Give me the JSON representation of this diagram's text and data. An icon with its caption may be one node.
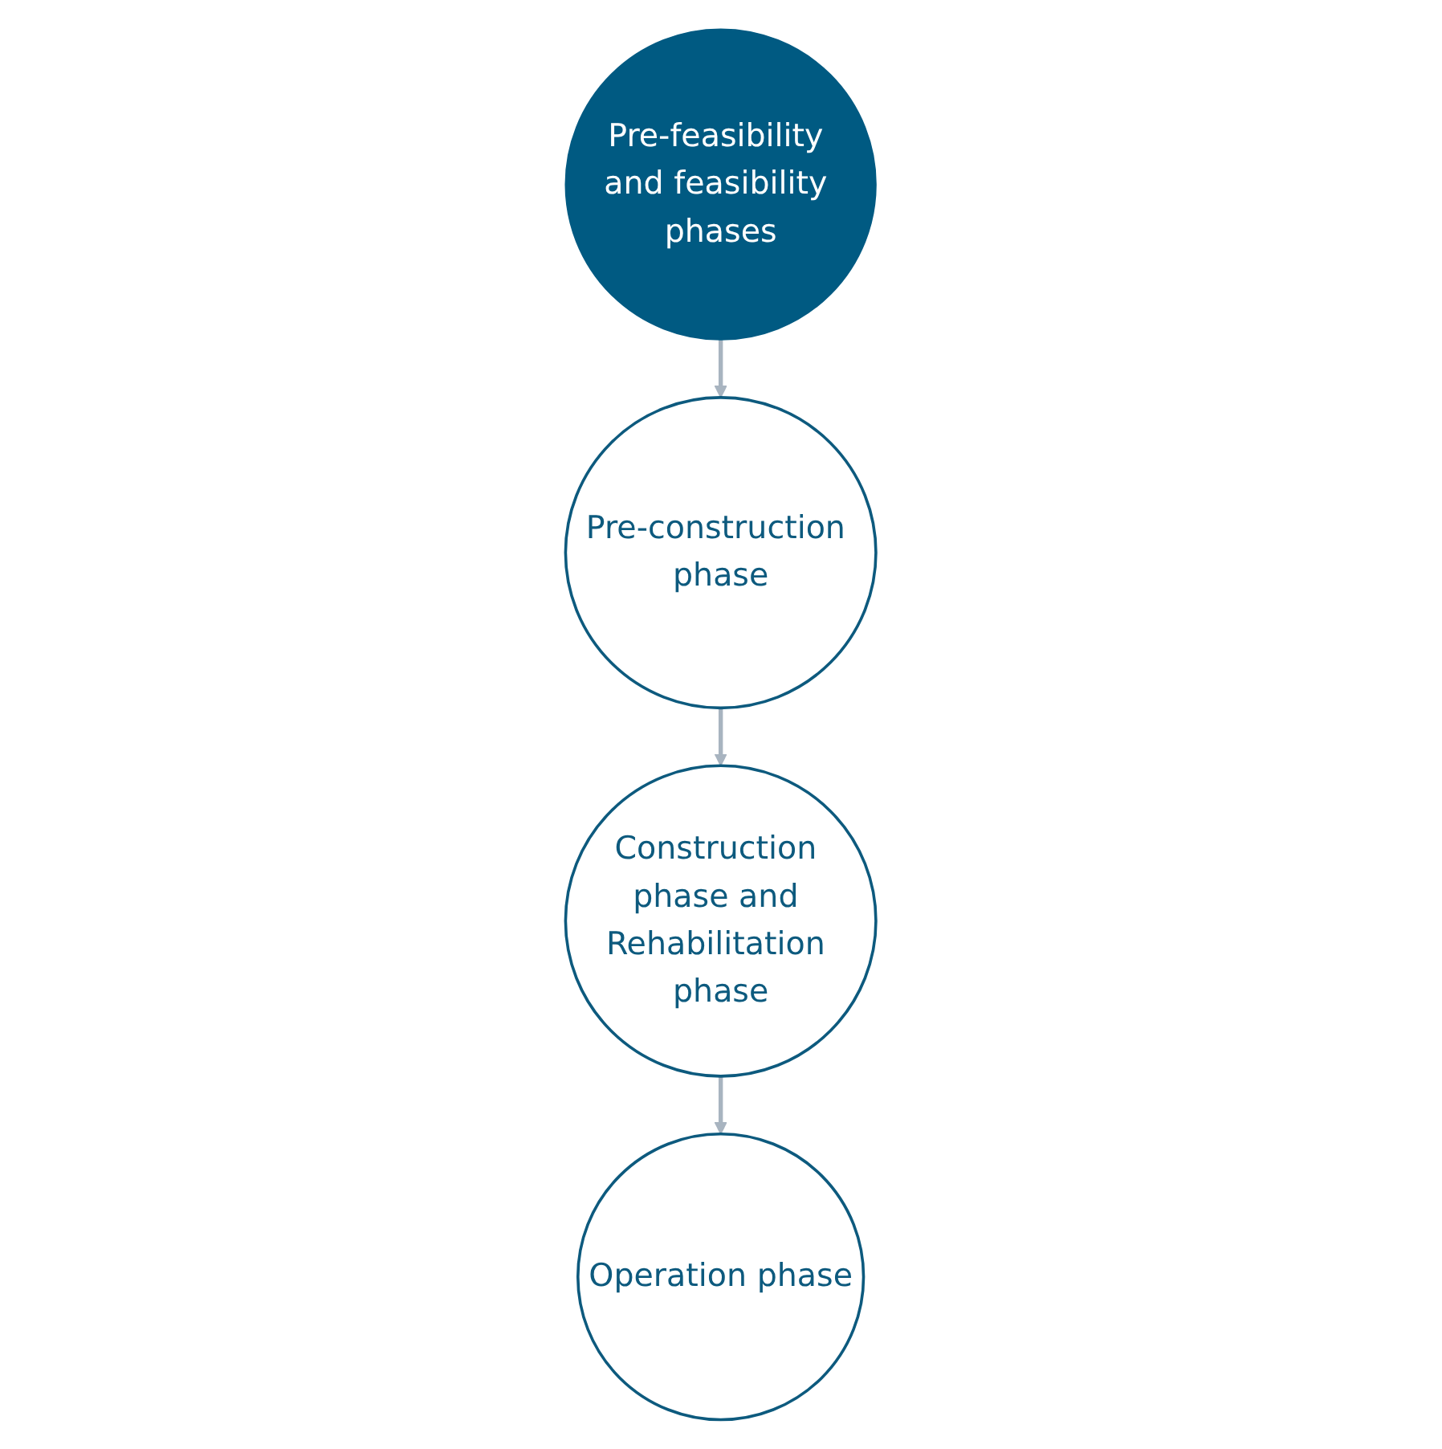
{
  "diagram": {
    "nodes": [
      {
        "text": [
          "Pre-feasibility and feasibility phases"
        ]
      },
      {
        "text": [
          "Pre-construction phase"
        ]
      },
      {
        "text": [
          "Construction phase and Rehabilitation phase"
        ]
      },
      {
        "text": [
          "Operation phase"
        ]
      }
    ],
    "edges": [
      {
        "from": 0,
        "to": 1,
        "arrow": "to"
      },
      {
        "from": 1,
        "to": 2,
        "arrow": "to"
      },
      {
        "from": 2,
        "to": 3,
        "arrow": "to"
      }
    ]
  }
}
